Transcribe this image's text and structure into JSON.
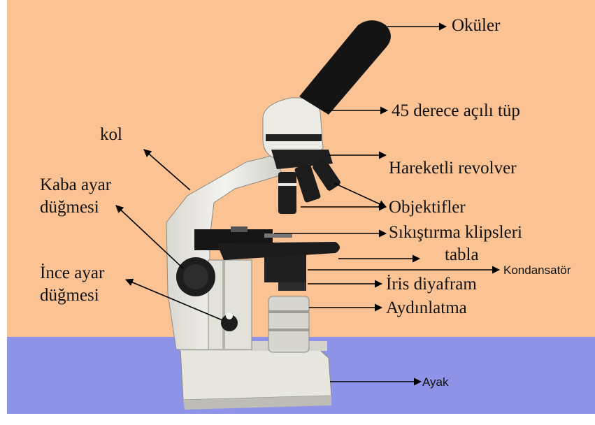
{
  "colors": {
    "background": "#fbc393",
    "table_surface": "#8f93e8",
    "microscope_body": "#ecebe6",
    "microscope_dark": "#1b1b1b",
    "leader_line": "#000000"
  },
  "labels": {
    "okuler": "Oküler",
    "tup": "45 derece açılı tüp",
    "kol": "kol",
    "revolver": "Hareketli revolver",
    "kaba_ayar_1": "Kaba ayar",
    "kaba_ayar_2": "düğmesi",
    "objektifler": "Objektifler",
    "klipsler": "Sıkıştırma klipsleri",
    "tabla": "tabla",
    "kondansator": "Kondansatör",
    "ince_ayar_1": "İnce ayar",
    "ince_ayar_2": "düğmesi",
    "iris": "İris diyafram",
    "aydinlatma": "Aydınlatma",
    "ayak": "Ayak"
  }
}
